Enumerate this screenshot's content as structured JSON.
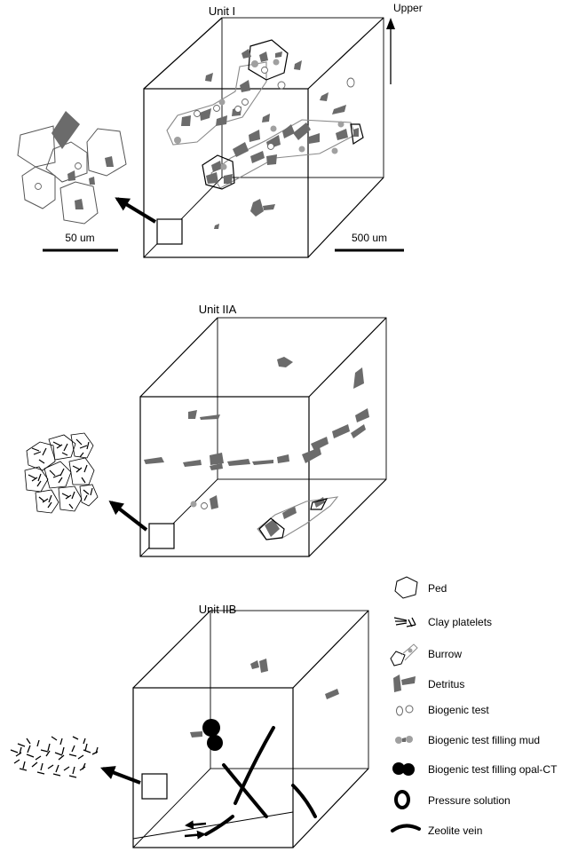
{
  "panels": {
    "unit1": {
      "title": "Unit I",
      "scale_inset": "50 um",
      "scale_block": "500 um",
      "direction": "Upper"
    },
    "unit2a": {
      "title": "Unit IIA"
    },
    "unit2b": {
      "title": "Unit IIB"
    }
  },
  "legend": [
    {
      "icon": "ped-icon",
      "label": "Ped"
    },
    {
      "icon": "clay-platelets-icon",
      "label": "Clay platelets"
    },
    {
      "icon": "burrow-icon",
      "label": "Burrow"
    },
    {
      "icon": "detritus-icon",
      "label": "Detritus"
    },
    {
      "icon": "biogenic-test-icon",
      "label": "Biogenic test"
    },
    {
      "icon": "biogenic-test-mud-icon",
      "label": "Biogenic test filling mud"
    },
    {
      "icon": "biogenic-test-opal-icon",
      "label": "Biogenic test filling opal-CT"
    },
    {
      "icon": "pressure-solution-icon",
      "label": "Pressure solution"
    },
    {
      "icon": "zeolite-vein-icon",
      "label": "Zeolite vein"
    }
  ],
  "colors": {
    "line": "#000000",
    "detritus": "#6b6b6b",
    "mud": "#a0a0a0",
    "outline": "#8a8a8a"
  }
}
